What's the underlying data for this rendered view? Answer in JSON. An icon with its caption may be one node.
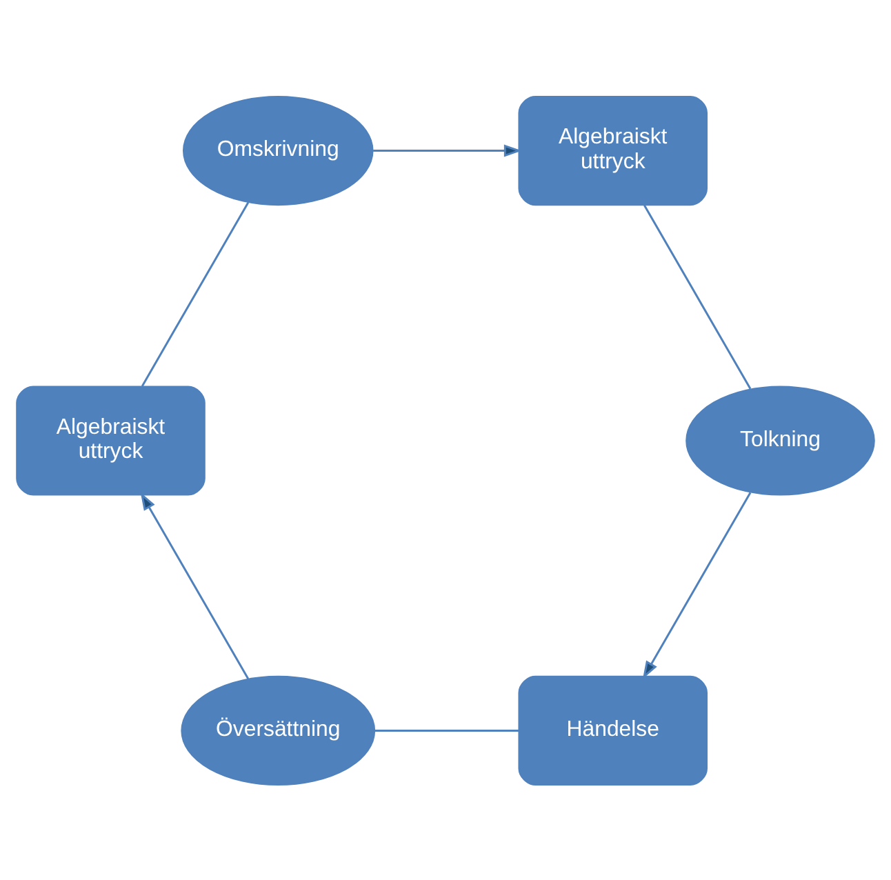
{
  "diagram": {
    "nodes": [
      {
        "text": [
          "Händelse"
        ]
      },
      {
        "text": [
          "Tolkning"
        ]
      },
      {
        "text": [
          "Översättning"
        ]
      },
      {
        "text": [
          "Algebraiskt uttryck"
        ]
      },
      {
        "text": [
          "Algebraiskt uttryck"
        ]
      },
      {
        "text": [
          "Omskrivning"
        ]
      }
    ],
    "edges": [
      {
        "from": 0,
        "to": 2,
        "arrow": "none"
      },
      {
        "from": 2,
        "to": 4,
        "arrow": "to"
      },
      {
        "from": 4,
        "to": 5,
        "arrow": "none"
      },
      {
        "from": 5,
        "to": 3,
        "arrow": "to"
      },
      {
        "from": 3,
        "to": 1,
        "arrow": "none"
      },
      {
        "from": 1,
        "to": 0,
        "arrow": "to"
      }
    ]
  }
}
